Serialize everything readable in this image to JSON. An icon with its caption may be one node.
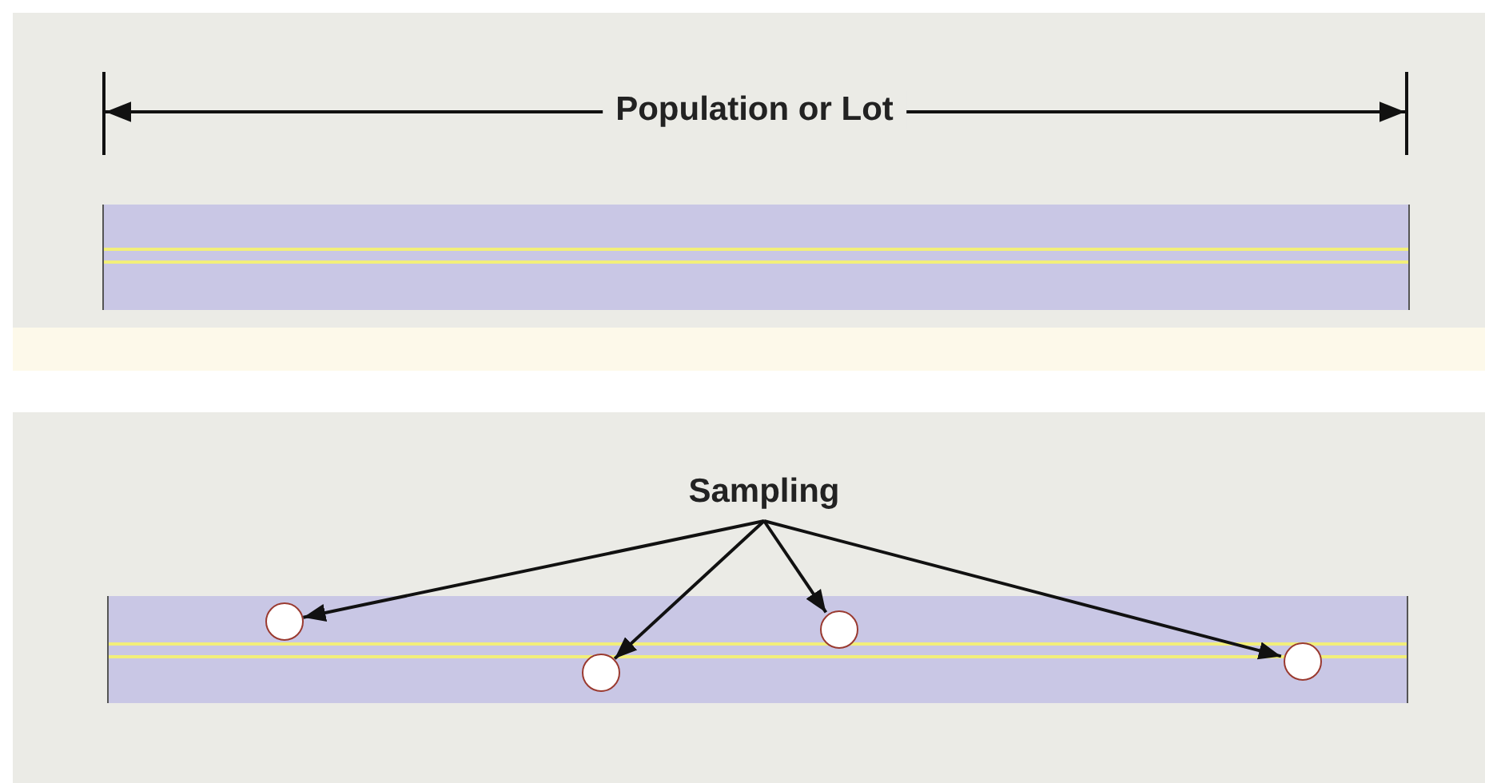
{
  "diagram": {
    "nodes": [
      {
        "text": [
          "Sampling"
        ]
      },
      {
        "text": [],
        "shape": "bar"
      },
      {
        "text": [],
        "shape": "circle",
        "in": 1
      },
      {
        "text": [],
        "shape": "circle",
        "in": 1
      },
      {
        "text": [],
        "shape": "circle",
        "in": 1
      },
      {
        "text": [],
        "shape": "circle",
        "in": 1
      }
    ],
    "edges": [
      {
        "from": 0,
        "to": 2,
        "arrow": "to"
      },
      {
        "from": 0,
        "to": 3,
        "arrow": "to"
      },
      {
        "from": 0,
        "to": 4,
        "arrow": "to"
      },
      {
        "from": 0,
        "to": 5,
        "arrow": "to"
      }
    ],
    "labels": [
      "Population or Lot"
    ]
  }
}
